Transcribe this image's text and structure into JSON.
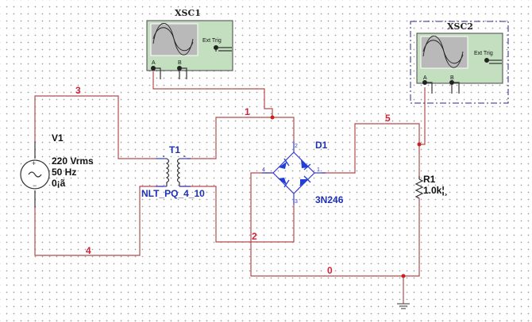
{
  "app": "Multisim schematic capture",
  "components": {
    "xsc1": {
      "ref": "XSC1",
      "type": "oscilloscope",
      "ext_trig_label": "Ext Trig",
      "channel_a": "A",
      "channel_b": "B",
      "plus": "+",
      "minus": "−"
    },
    "xsc2": {
      "ref": "XSC2",
      "type": "oscilloscope",
      "selected": true,
      "ext_trig_label": "Ext Trig",
      "channel_a": "A",
      "channel_b": "B",
      "plus": "+",
      "minus": "−"
    },
    "v1": {
      "ref": "V1",
      "value": "220 Vrms",
      "freq": "50 Hz",
      "phase": "0¡ã"
    },
    "t1": {
      "ref": "T1",
      "model": "NLT_PQ_4_10"
    },
    "d1": {
      "ref": "D1",
      "model": "3N246",
      "pins": [
        "1",
        "2",
        "3",
        "4"
      ]
    },
    "r1": {
      "ref": "R1",
      "value": "1.0k¦¸"
    }
  },
  "nets": [
    "0",
    "1",
    "2",
    "3",
    "4",
    "5"
  ],
  "colors": {
    "wire": "#b84a4a",
    "netlabel": "#d0223a",
    "reflabel": "#1f2fb8",
    "scope_body": "#c4dfc0",
    "scope_screen": "#b9b9b9",
    "selection": "#2a2a8a"
  }
}
